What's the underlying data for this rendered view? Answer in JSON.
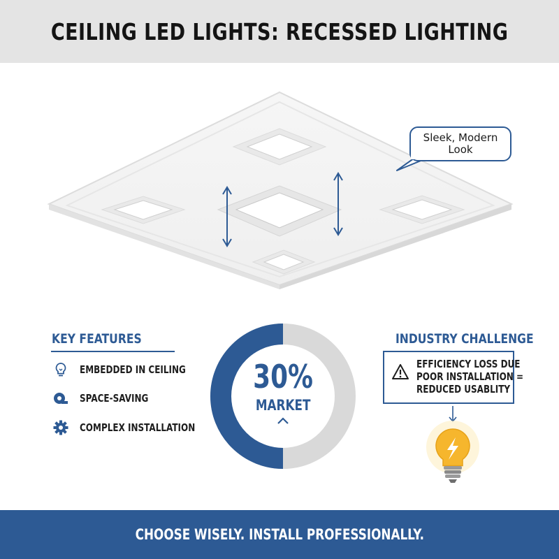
{
  "header": {
    "title": "CEILING LED LIGHTS: RECESSED LIGHTING"
  },
  "illustration": {
    "callout": "Sleek, Modern Look"
  },
  "key_features": {
    "title": "KEY FEATURES",
    "items": [
      {
        "label": "EMBEDDED IN CEILING",
        "icon": "lightbulb-icon"
      },
      {
        "label": "SPACE-SAVING",
        "icon": "tape-measure-icon"
      },
      {
        "label": "COMPLEX INSTALLATION",
        "icon": "gear-icon"
      }
    ]
  },
  "market": {
    "percent_text": "30%",
    "label": "MARKET",
    "share": 0.5
  },
  "industry_challenge": {
    "title": "INDUSTRY CHALLENGE",
    "lines": [
      "EFFICIENCY LOSS DUE",
      "POOR INSTALLATION =",
      "REDUCED USABLITY"
    ]
  },
  "footer": {
    "text": "CHOOSE WISELY. INSTALL PROFESSIONALLY."
  },
  "colors": {
    "accent": "#2d5a94",
    "header_bg": "#e4e4e4",
    "ring_track": "#d9d9d9",
    "bulb": "#f6b62d"
  }
}
